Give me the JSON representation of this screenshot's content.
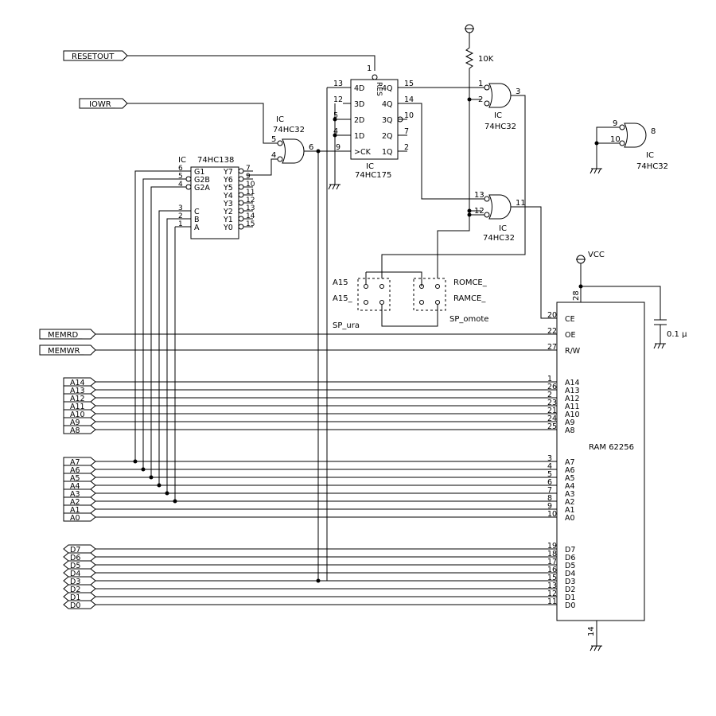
{
  "ports": {
    "resetout": "RESETOUT",
    "iowr": "IOWR_",
    "memrd": "MEMRD_",
    "memwr": "MEMWR_",
    "addr_hi": [
      "A14",
      "A13",
      "A12",
      "A11",
      "A10",
      "A9",
      "A8"
    ],
    "addr_lo": [
      "A7",
      "A6",
      "A5",
      "A4",
      "A3",
      "A2",
      "A1",
      "A0"
    ],
    "data": [
      "D7",
      "D6",
      "D5",
      "D4",
      "D3",
      "D2",
      "D1",
      "D0"
    ]
  },
  "ic138": {
    "ref": "IC",
    "part": "74HC138",
    "left_pins": [
      "G1",
      "G2B",
      "G2A",
      "C",
      "B",
      "A"
    ],
    "left_nums": [
      "6",
      "5",
      "4",
      "3",
      "2",
      "1"
    ],
    "right_pins": [
      "Y7",
      "Y6",
      "Y5",
      "Y4",
      "Y3",
      "Y2",
      "Y1",
      "Y0"
    ],
    "right_nums": [
      "7",
      "9",
      "10",
      "11",
      "12",
      "13",
      "14",
      "15"
    ]
  },
  "or_top": {
    "ref": "IC",
    "part": "74HC32",
    "pin_in_a": "5",
    "pin_in_b": "4",
    "pin_out": "6"
  },
  "ic175": {
    "ref": "IC",
    "part": "74HC175",
    "left_pins": [
      "4D",
      "3D",
      "2D",
      "1D",
      "CK"
    ],
    "left_nums": [
      "13",
      "12",
      "5",
      "4",
      "9"
    ],
    "right_pins": [
      "4Q",
      "4Q",
      "3Q",
      "2Q",
      "1Q"
    ],
    "right_nums": [
      "15",
      "14",
      "10",
      "7",
      "2"
    ],
    "res": "RES",
    "res_num": "1"
  },
  "or_right_top": {
    "ref": "IC",
    "part": "74HC32",
    "pin_in_a": "1",
    "pin_in_b": "2",
    "pin_out": "3"
  },
  "or_right_mid": {
    "ref": "IC",
    "part": "74HC32",
    "pin_in_a": "13",
    "pin_in_b": "12",
    "pin_out": "11"
  },
  "or_unused": {
    "ref": "IC",
    "part": "74HC32",
    "pin_in_a": "9",
    "pin_in_b": "10",
    "pin_out": "8"
  },
  "resistor": "10K",
  "jumpers": {
    "a15": "A15",
    "a15n": "A15_",
    "romce": "ROMCE_",
    "ramce": "RAMCE_",
    "sp_ura": "SP_ura",
    "sp_omote": "SP_omote"
  },
  "vcc": "VCC",
  "cap": "0.1 μ",
  "ram": {
    "part": "RAM 62256",
    "ctrl_pins": [
      "CE",
      "OE",
      "R/W"
    ],
    "ctrl_nums": [
      "20",
      "22",
      "27"
    ],
    "addr_hi_pins": [
      "A14",
      "A13",
      "A12",
      "A11",
      "A10",
      "A9",
      "A8"
    ],
    "addr_hi_nums": [
      "1",
      "26",
      "2",
      "23",
      "21",
      "24",
      "25"
    ],
    "addr_lo_pins": [
      "A7",
      "A6",
      "A5",
      "A4",
      "A3",
      "A2",
      "A1",
      "A0"
    ],
    "addr_lo_nums": [
      "3",
      "4",
      "5",
      "6",
      "7",
      "8",
      "9",
      "10"
    ],
    "data_pins": [
      "D7",
      "D6",
      "D5",
      "D4",
      "D3",
      "D2",
      "D1",
      "D0"
    ],
    "data_nums": [
      "19",
      "18",
      "17",
      "16",
      "15",
      "13",
      "12",
      "11"
    ],
    "vcc_num": "28",
    "gnd_num": "14"
  }
}
